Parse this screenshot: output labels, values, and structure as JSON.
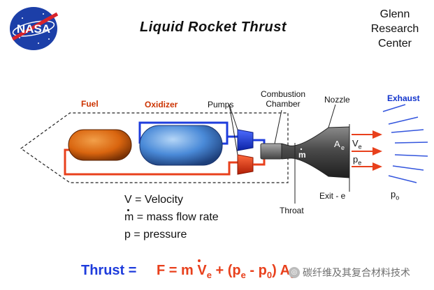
{
  "header": {
    "logo_text": "NASA",
    "title": "Liquid Rocket Thrust",
    "center_line1": "Glenn",
    "center_line2": "Research",
    "center_line3": "Center"
  },
  "labels": {
    "fuel": "Fuel",
    "oxidizer": "Oxidizer",
    "pumps": "Pumps",
    "combustion_chamber_line1": "Combustion",
    "combustion_chamber_line2": "Chamber",
    "nozzle": "Nozzle",
    "exhaust": "Exhaust",
    "throat": "Throat",
    "exit": "Exit - e",
    "m_dot": "m",
    "area": "A",
    "area_sub": "e",
    "ve": "V",
    "ve_sub": "e",
    "pe": "p",
    "pe_sub": "e",
    "p0": "p",
    "p0_sub": "o"
  },
  "legend": {
    "velocity": "V = Velocity",
    "mass_flow": "m = mass flow rate",
    "pressure": "p = pressure"
  },
  "equation": {
    "lhs": "Thrust =",
    "rhs": "F = m V",
    "rhs_sub": "e",
    "rhs_tail": "+ (p",
    "rhs_tail_sub": "e",
    "rhs_tail2": "- p",
    "rhs_tail2_sub": "0",
    "rhs_tail3": ") A",
    "rhs_tail3_sub": "e"
  },
  "watermark": "碳纤维及其复合材料技术",
  "colors": {
    "fuel_line": "#e8401c",
    "oxidizer_line": "#1e3cdc",
    "fuel_tank": "#d9650f",
    "oxidizer_tank": "#4a8ad8",
    "nozzle": "#555555",
    "exhaust_arrow": "#e8401c",
    "exhaust_lines": "#3355dd"
  }
}
